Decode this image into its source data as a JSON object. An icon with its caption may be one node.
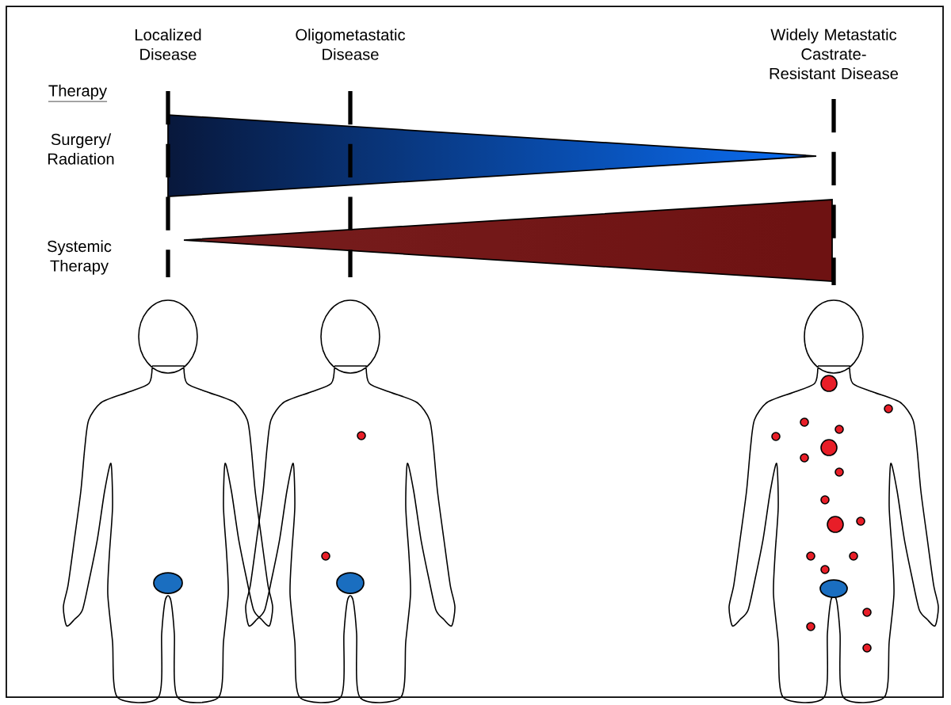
{
  "diagram": {
    "labels": [
      "Localized Disease",
      "Oligometastatic Disease",
      "Widely Metastatic Castrate-Resistant Disease",
      "Therapy",
      "Surgery/ Radiation",
      "Systemic Therapy"
    ]
  }
}
